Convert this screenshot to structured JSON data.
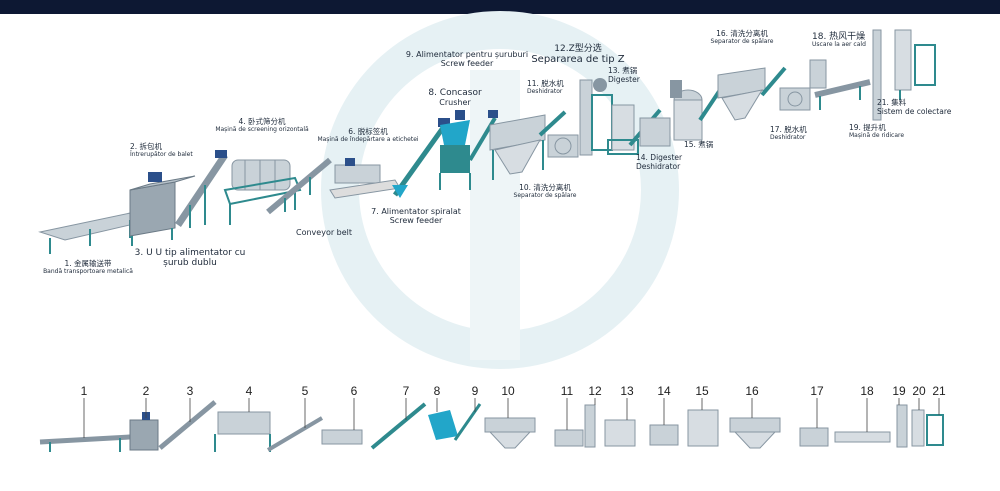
{
  "colors": {
    "frame": "#2e8a8e",
    "steel": "#c9d2d8",
    "steel_dark": "#8796a2",
    "accent": "#22a6c9",
    "motor": "#2b4f8a",
    "header_bar": "#0d1833",
    "watermark": "#e6f1f4"
  },
  "labels": {
    "l1": {
      "cn": "1. 金属输送带",
      "ro": "Bandă transportoare metalică"
    },
    "l2": {
      "cn": "2. 拆包机",
      "ro": "Întrerupător de balet"
    },
    "l3": {
      "line1": "3. U U tip alimentator cu",
      "line2": "șurub dublu"
    },
    "l4": {
      "cn": "4. 卧式筛分机",
      "ro": "Mașină de screening orizontală"
    },
    "l5": {
      "en": "Conveyor belt"
    },
    "l6": {
      "cn": "6. 脱标签机",
      "ro": "Mașină de îndepărtare a etichetei"
    },
    "l7": {
      "ro": "7. Alimentator spiralat",
      "en": "Screw feeder"
    },
    "l8": {
      "ro": "8. Concasor",
      "en": "Crusher"
    },
    "l9": {
      "ro": "9. Alimentator pentru șuruburi",
      "en": "Screw feeder"
    },
    "l10": {
      "cn": "10. 清洗分离机",
      "ro": "Separator de spălare"
    },
    "l11": {
      "cn": "11. 脱水机",
      "ro": "Deshidrator"
    },
    "l12": {
      "cn": "12.Z型分选",
      "ro": "Separarea de tip Z"
    },
    "l13": {
      "cn": "13. 煮锅",
      "en": "Digester"
    },
    "l14": {
      "en": "14. Digester",
      "ro": "Deshidrator"
    },
    "l15": {
      "cn": "15. 煮锅"
    },
    "l16": {
      "cn": "16. 清洗分离机",
      "ro": "Separator de spălare"
    },
    "l17": {
      "cn": "17. 脱水机",
      "ro": "Deshidrator"
    },
    "l18": {
      "cn": "18. 热风干燥",
      "ro": "Uscare la aer cald"
    },
    "l19": {
      "cn": "19. 提升机",
      "ro": "Mașină de ridicare"
    },
    "l21": {
      "cn": "21. 集料",
      "ro": "Sistem de colectare"
    }
  },
  "numbers": [
    "1",
    "2",
    "3",
    "4",
    "5",
    "6",
    "7",
    "8",
    "9",
    "10",
    "11",
    "12",
    "13",
    "14",
    "15",
    "16",
    "17",
    "18",
    "19",
    "20",
    "21"
  ]
}
